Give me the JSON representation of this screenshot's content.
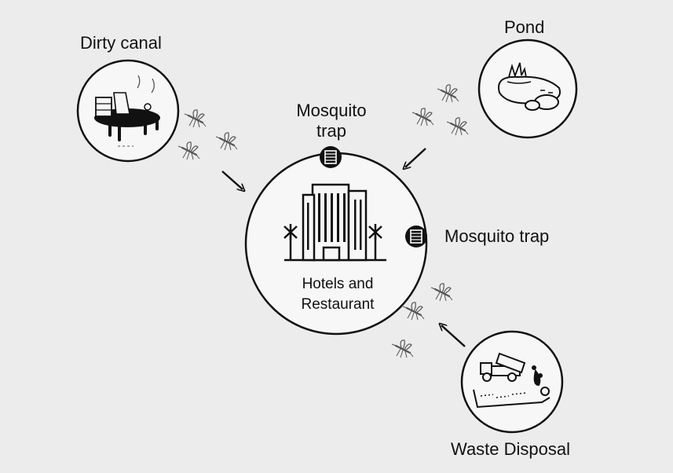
{
  "center": {
    "label_line1": "Hotels and",
    "label_line2": "Restaurant",
    "icon": "hotel-building-icon"
  },
  "traps": [
    {
      "label_line1": "Mosquito",
      "label_line2": "trap",
      "icon": "mosquito-trap-icon"
    },
    {
      "label": "Mosquito trap",
      "icon": "mosquito-trap-icon"
    }
  ],
  "sources": [
    {
      "label": "Dirty canal",
      "icon": "polluted-canal-icon"
    },
    {
      "label": "Pond",
      "icon": "pond-icon"
    },
    {
      "label": "Waste Disposal",
      "icon": "dump-truck-icon"
    }
  ],
  "colors": {
    "background": "#ececec",
    "circle_fill": "#f7f7f7",
    "stroke": "#111111",
    "mosquito": "#555555"
  }
}
